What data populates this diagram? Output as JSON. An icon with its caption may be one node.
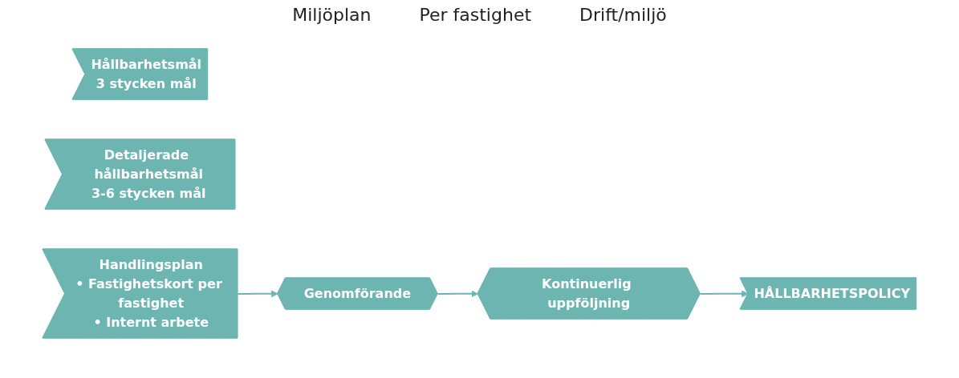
{
  "diagram": {
    "nodes": [
      {
        "text": [
          "HÅLLBARHETSPOLICY"
        ]
      },
      {
        "text": [
          "Hållbarhetsmål",
          "3 stycken mål"
        ]
      },
      {
        "text": [
          "Detaljerade hållbarhetsmål",
          "3-6 stycken mål"
        ]
      },
      {
        "text": [
          "Handlingsplan",
          "• Fastighetskort per fastighet",
          "• Internt arbete"
        ]
      },
      {
        "text": [
          "Genomförande"
        ]
      },
      {
        "text": [
          "Kontinuerlig uppföljning"
        ]
      }
    ],
    "edges": [
      {
        "from": 3,
        "to": 4,
        "arrow": "to"
      },
      {
        "from": 4,
        "to": 5,
        "arrow": "to"
      },
      {
        "from": 5,
        "to": 0,
        "arrow": "to"
      }
    ],
    "labels": [
      "Miljöplan",
      "Per fastighet",
      "Drift/miljö"
    ]
  }
}
